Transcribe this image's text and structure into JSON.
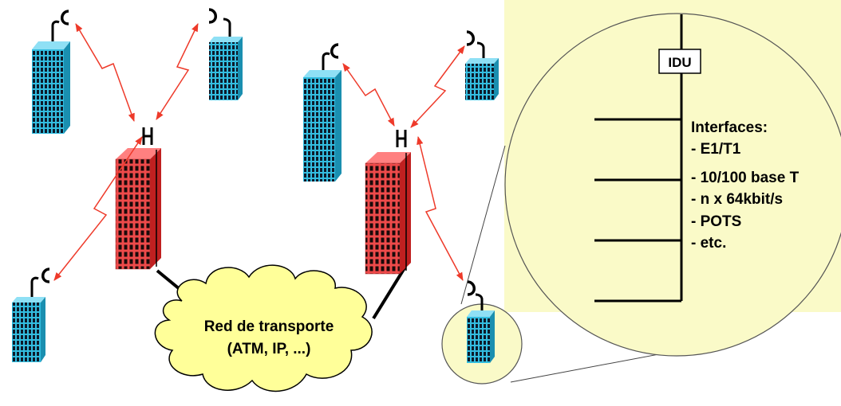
{
  "network": {
    "cloud_line1": "Red de transporte",
    "cloud_line2": "(ATM, IP, ...)"
  },
  "zoom": {
    "idu_label": "IDU",
    "interfaces_title": "Interfaces:",
    "interfaces": [
      "- E1/T1",
      "- 10/100 base T",
      "- n x 64kbit/s",
      "- POTS",
      "- etc."
    ]
  },
  "colors": {
    "subscriber_building": "#33bde0",
    "base_station_building": "#ee4444",
    "radio_link": "#ee3a2a",
    "cloud_fill": "#ffff99",
    "zoom_panel": "#fafac8"
  }
}
